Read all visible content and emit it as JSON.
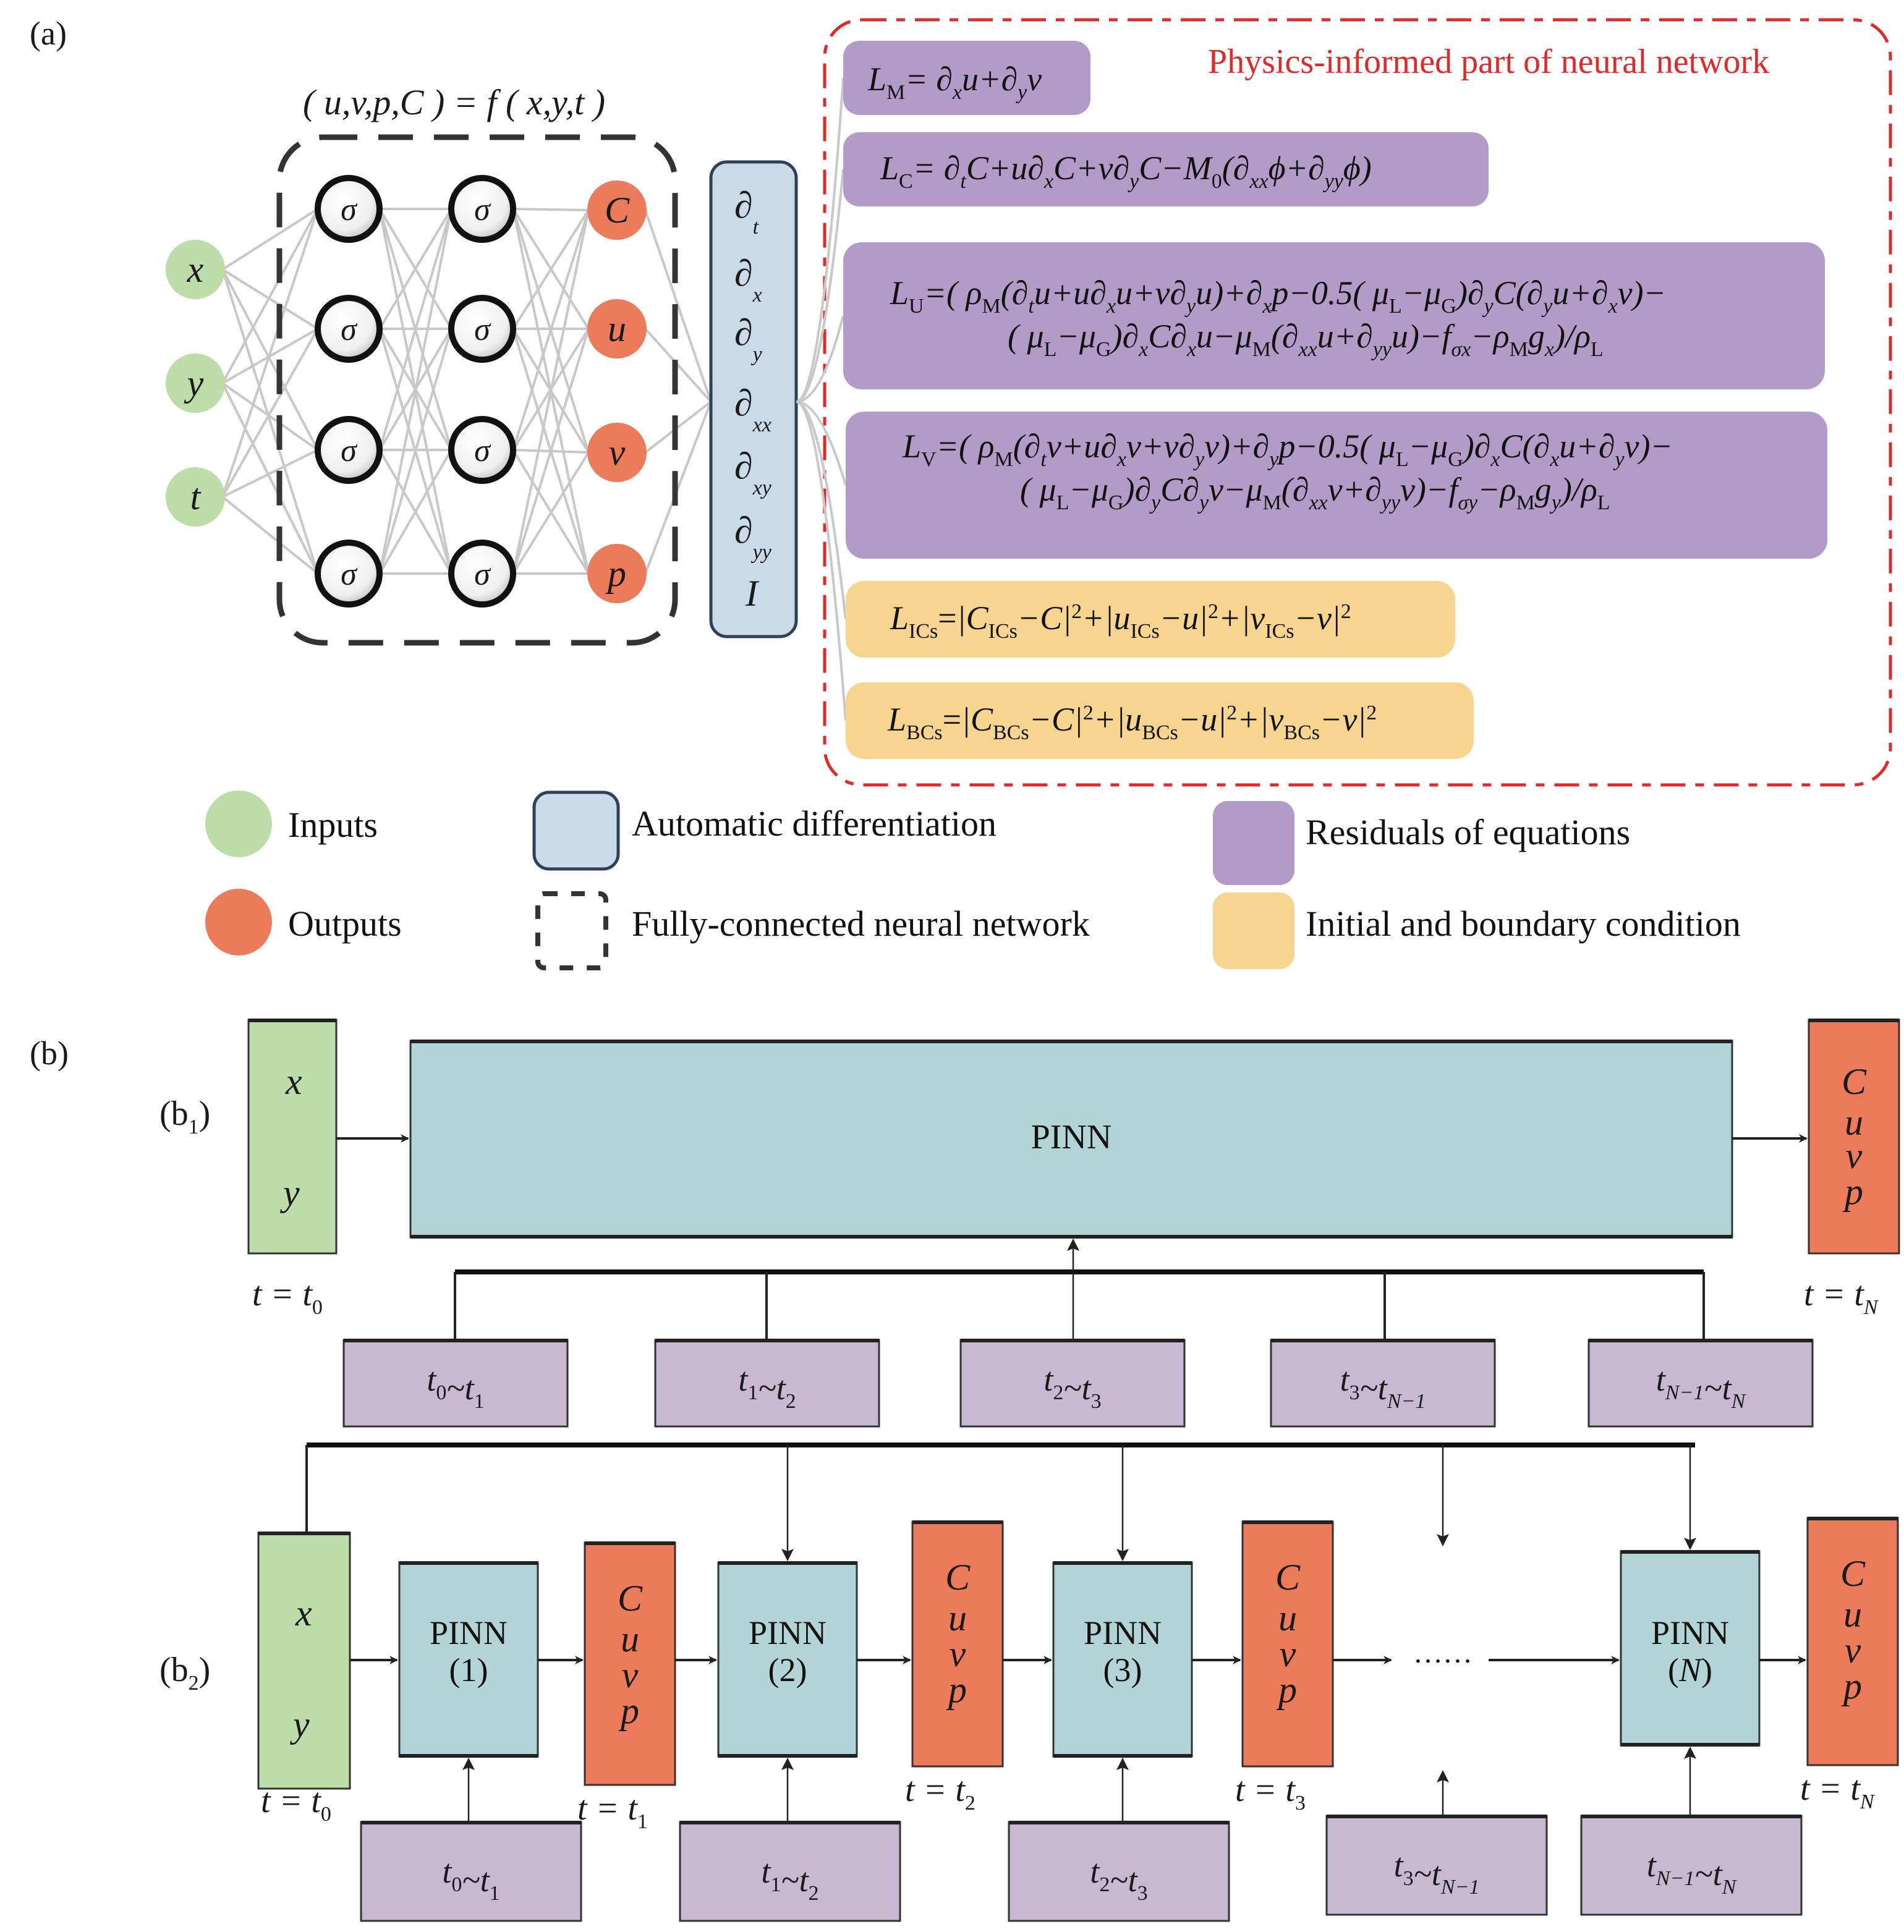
{
  "panel_labels": {
    "a": "(a)",
    "b": "(b)",
    "b1": "(b₁)",
    "b2": "(b₂)"
  },
  "network": {
    "function_label": "( u,v,p,C ) = f ( x,y,t )",
    "inputs": [
      "x",
      "y",
      "t"
    ],
    "hidden_layer_1": [
      "σ",
      "σ",
      "σ",
      "σ"
    ],
    "hidden_layer_2": [
      "σ",
      "σ",
      "σ",
      "σ"
    ],
    "outputs": [
      "C",
      "u",
      "v",
      "p"
    ],
    "autodiff_ops": [
      "∂t",
      "∂x",
      "∂y",
      "∂xx",
      "∂xy",
      "∂yy",
      "I"
    ]
  },
  "physics": {
    "title": "Physics-informed part of neural network",
    "equations": [
      {
        "id": "LM",
        "kind": "residual",
        "text": "L_M = ∂_x u + ∂_y v"
      },
      {
        "id": "LC",
        "kind": "residual",
        "text": "L_C = ∂_t C + u∂_x C + v∂_y C − M_0(∂_xx ϕ + ∂_yy ϕ)"
      },
      {
        "id": "LU",
        "kind": "residual",
        "line1": "L_U = ( ρ_M(∂_t u + u∂_x u + v∂_y u) + ∂_x p − 0.5( μ_L − μ_G)∂_y C(∂_y u + ∂_x v) −",
        "line2": "( μ_L − μ_G)∂_x C∂_x u − μ_M(∂_xx u + ∂_yy u) − f_σx − ρ_M g_x)/ρ_L"
      },
      {
        "id": "LV",
        "kind": "residual",
        "line1": "L_V = ( ρ_M(∂_t v + u∂_x v + v∂_y v) + ∂_y p − 0.5( μ_L − μ_G)∂_x C(∂_x u + ∂_y v) −",
        "line2": "( μ_L − μ_G)∂_y C∂_y v − μ_M(∂_xx v + ∂_yy v) − f_σy − ρ_M g_y)/ρ_L"
      },
      {
        "id": "LICs",
        "kind": "condition",
        "text": "L_ICs = |C_ICs − C|² + |u_ICs − u|² + |v_ICs − v|²"
      },
      {
        "id": "LBCs",
        "kind": "condition",
        "text": "L_BCs = |C_BCs − C|² + |u_BCs − u|² + |v_BCs − v|²"
      }
    ]
  },
  "legend": [
    {
      "key": "inputs",
      "label": "Inputs"
    },
    {
      "key": "outputs",
      "label": "Outputs"
    },
    {
      "key": "autodiff",
      "label": "Automatic differentiation"
    },
    {
      "key": "fcnn",
      "label": "Fully-connected neural network"
    },
    {
      "key": "residuals",
      "label": "Residuals of equations"
    },
    {
      "key": "conditions",
      "label": "Initial and boundary condition"
    }
  ],
  "b1": {
    "input_vars": [
      "x",
      "y"
    ],
    "input_time": "t = t₀",
    "model_label": "PINN",
    "output_vars": [
      "C",
      "u",
      "v",
      "p"
    ],
    "output_time": "t = t_N",
    "intervals": [
      "t₀~t₁",
      "t₁~t₂",
      "t₂~t₃",
      "t₃~t_N−1",
      "t_N−1~t_N"
    ]
  },
  "b2": {
    "input_vars": [
      "x",
      "y"
    ],
    "input_time": "t = t₀",
    "stages": [
      {
        "model": "PINN",
        "index": "(1)",
        "time": "t = t₁"
      },
      {
        "model": "PINN",
        "index": "(2)",
        "time": "t = t₂"
      },
      {
        "model": "PINN",
        "index": "(3)",
        "time": "t = t₃"
      },
      {
        "model": "PINN",
        "index": "(N)",
        "time": "t = t_N"
      }
    ],
    "output_vars": [
      "C",
      "u",
      "v",
      "p"
    ],
    "ellipsis": "……",
    "intervals": [
      "t₀~t₁",
      "t₁~t₂",
      "t₂~t₃",
      "t₃~t_N−1",
      "t_N−1~t_N"
    ]
  },
  "colors": {
    "input": "#bcdcaa",
    "output": "#ec7b5b",
    "autodiff": "#c9dae9",
    "autodiff_border": "#2f4058",
    "residual": "#b39bc8",
    "condition": "#f7d58e",
    "pinn": "#b3d4d6",
    "interval": "#c8b8d2",
    "physics_border": "#e02a2a"
  }
}
